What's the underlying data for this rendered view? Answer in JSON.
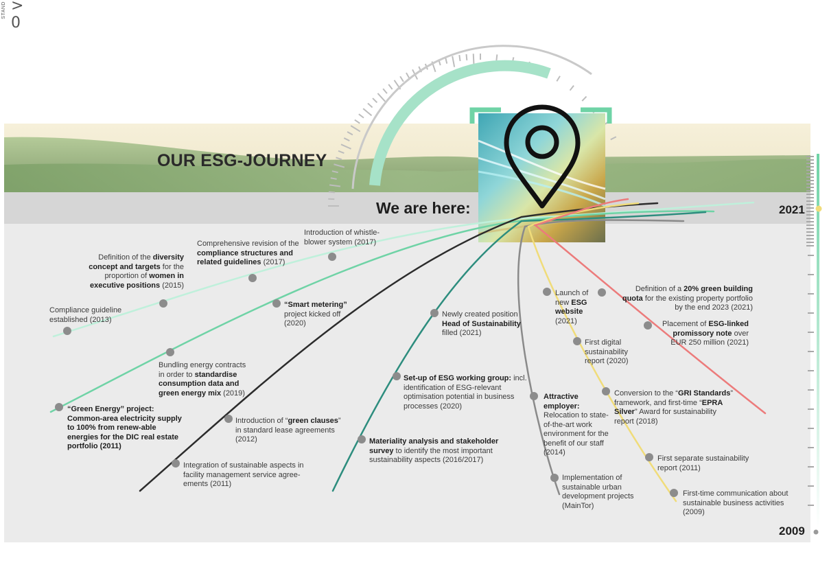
{
  "corner": {
    "small": "STAND",
    "big": "> 0"
  },
  "title": "OUR ESG-JOURNEY",
  "here_label": "We are here:",
  "years": {
    "top": "2021",
    "bottom": "2009"
  },
  "colors": {
    "mint": "#6fd3a6",
    "teal": "#2d8d7e",
    "dark": "#2c2c2c",
    "grey": "#8a8a8a",
    "yellow": "#f0dc7a",
    "red": "#ec7b7b",
    "band": "#d6d6d6",
    "bg": "#ebebeb"
  },
  "icons": {
    "pin": "map-pin-icon"
  },
  "milestones": [
    {
      "id": "compliance-guideline",
      "pre": "Compliance guideline established (2013)",
      "bold": "",
      "post": ""
    },
    {
      "id": "diversity",
      "pre": "Definition of the ",
      "bold": "diversity concept and targets",
      "mid": " for the proportion of ",
      "bold2": "women in executive positions",
      "post": " (2015)"
    },
    {
      "id": "compliance-revision",
      "pre": "Comprehensive revision of the ",
      "bold": "compliance structures and related guidelines",
      "post": " (2017)"
    },
    {
      "id": "whistleblower",
      "pre": "Introduction of whistle-blower system (2017)",
      "bold": "",
      "post": ""
    },
    {
      "id": "green-energy",
      "pre": "",
      "bold": "“Green Energy” project: Common-area electricity supply to 100% from renew-able energies for the DIC real estate portfolio (2011)",
      "post": ""
    },
    {
      "id": "bundling",
      "pre": "Bundling energy contracts in order to ",
      "bold": "standardise consumption data and green energy mix",
      "post": " (2019)"
    },
    {
      "id": "smart-metering",
      "pre": "",
      "bold": "“Smart metering”",
      "post": " project kicked off (2020)"
    },
    {
      "id": "sustainable-fm",
      "pre": "Integration of sustainable aspects in facility management service agree-ements (2011)",
      "bold": "",
      "post": ""
    },
    {
      "id": "green-clauses",
      "pre": "Introduction of “",
      "bold": "green clauses",
      "post": "” in standard lease agreements (2012)"
    },
    {
      "id": "materiality",
      "pre": "",
      "bold": "Materiality analysis and stakeholder survey",
      "post": " to identify the most important sustainability aspects (2016/2017)"
    },
    {
      "id": "esg-working-group",
      "pre": "",
      "bold": "Set-up of ESG working group:",
      "post": " incl. identification of ESG-relevant optimisation potential in business processes (2020)"
    },
    {
      "id": "head-sustainability",
      "pre": "Newly created position ",
      "bold": "Head of Sustainability",
      "post": " filled (2021)"
    },
    {
      "id": "attractive-employer",
      "pre": "",
      "bold": "Attractive employer:",
      "post": " Relocation to state-of-the-art work environment for the benefit of our staff (2014)"
    },
    {
      "id": "urban-development",
      "pre": "Implementation of sustainable urban development projects (MainTor)",
      "bold": "",
      "post": ""
    },
    {
      "id": "esg-website",
      "pre": "Launch of new ",
      "bold": "ESG website",
      "post": " (2021)"
    },
    {
      "id": "digital-report",
      "pre": "First digital sustainability report (2020)",
      "bold": "",
      "post": ""
    },
    {
      "id": "gri-standards",
      "pre": "Conversion to the “",
      "bold": "GRI Standards",
      "mid": "” framework, and first-time “",
      "bold2": "EPRA Silver",
      "post": "” Award for sustainability report (2018)"
    },
    {
      "id": "first-report",
      "pre": "First separate sustainability report (2011)",
      "bold": "",
      "post": ""
    },
    {
      "id": "first-communication",
      "pre": "First-time communication about sustainable business activities (2009)",
      "bold": "",
      "post": ""
    },
    {
      "id": "green-building-quota",
      "pre": "Definition of a ",
      "bold": "20% green building quota",
      "post": " for the existing property portfolio by the end 2023 (2021)"
    },
    {
      "id": "promissory-note",
      "pre": "Placement of ",
      "bold": "ESG-linked promissory note",
      "post": " over EUR 250 million (2021)"
    }
  ]
}
